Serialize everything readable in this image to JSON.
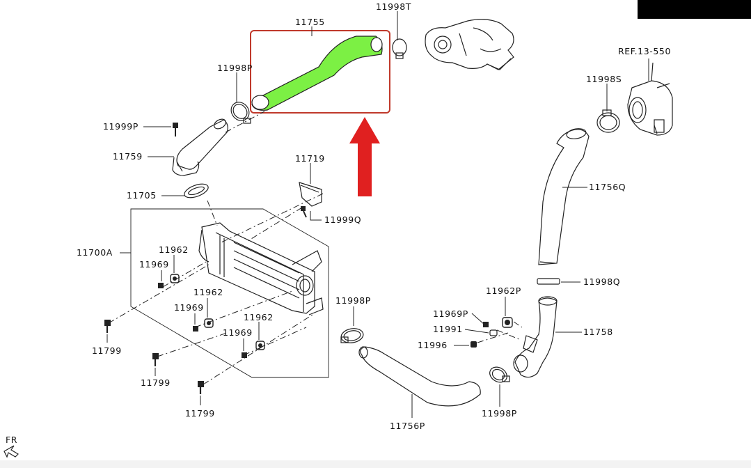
{
  "diagram": {
    "part_labels": {
      "hose_main": "11755",
      "clamp_top_right": "11998T",
      "clamp_top_left": "11998P",
      "ref_throttle": "REF.13-550",
      "clamp_right_top": "11998S",
      "bolt_pipe": "11999P",
      "pipe_left": "11759",
      "bracket": "11719",
      "gasket": "11705",
      "bracket_bolt": "11999Q",
      "hose_right_upper": "11756Q",
      "intercooler": "11700A",
      "bushing_1": "11962",
      "washer_1": "11969",
      "bushing_2": "11962",
      "washer_2": "11969",
      "bushing_3": "11962",
      "washer_3": "11969",
      "bolt_1": "11799",
      "bolt_2": "11799",
      "bolt_3": "11799",
      "clamp_mid": "11998P",
      "clamp_right_mid": "11998Q",
      "bushing_right": "11962P",
      "washer_right": "11969P",
      "spacer_right": "11991",
      "nut_right": "11996",
      "pipe_right": "11758",
      "hose_bottom": "11756P",
      "clamp_bottom_right": "11998P",
      "front_marker": "FR"
    },
    "highlight": {
      "hose_color": "#7cf044",
      "box_color": "#c0392b",
      "arrow_color": "#e02020"
    }
  }
}
